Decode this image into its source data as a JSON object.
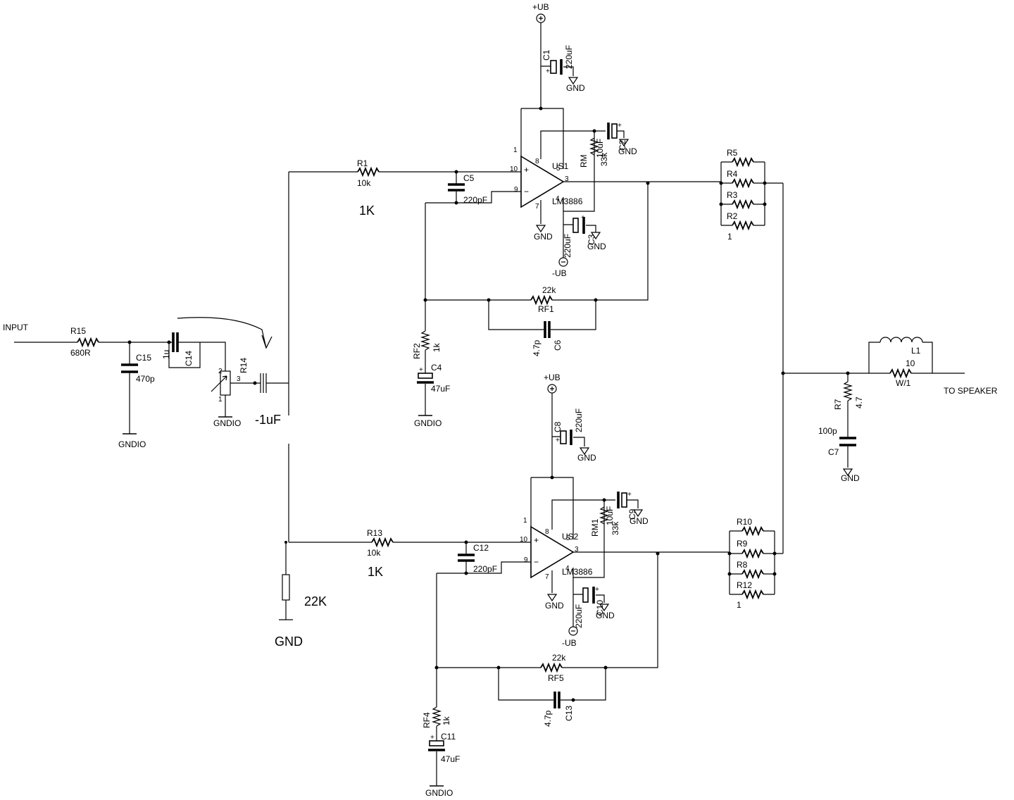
{
  "signals": {
    "input": "INPUT",
    "to_speaker": "TO SPEAKER",
    "gnd": "GND",
    "gndio": "GNDIO",
    "plus_ub": "+UB",
    "minus_ub": "-UB"
  },
  "input_stage": {
    "r15": {
      "ref": "R15",
      "value": "680R"
    },
    "c15": {
      "ref": "C15",
      "value": "470p"
    },
    "c14": {
      "ref": "C14",
      "value": "1u"
    },
    "r14": {
      "ref": "R14",
      "pin1": "1",
      "pin2": "2",
      "pin3": "3"
    },
    "coupling_cap_note": "-1uF",
    "resistor_note": "22K",
    "gnd_note": "GND"
  },
  "top_amp": {
    "r1": {
      "ref": "R1",
      "value": "10k"
    },
    "r1_note": "1K",
    "c5": {
      "ref": "C5",
      "value": "220pF"
    },
    "ic": {
      "ref": "US1",
      "part": "LM3886",
      "pins": [
        "1",
        "8",
        "10",
        "9",
        "7",
        "4",
        "3",
        "5"
      ]
    },
    "c1": {
      "ref": "C1",
      "value": "220uF"
    },
    "c2": {
      "ref": "C2",
      "value": "10uF"
    },
    "c3": {
      "ref": "C3",
      "value": "220uF"
    },
    "rm": {
      "ref": "RM",
      "value": "33k"
    },
    "rf1": {
      "ref": "RF1",
      "value": "22k"
    },
    "c6": {
      "ref": "C6",
      "value": "4.7p"
    },
    "rf2": {
      "ref": "RF2",
      "value": "1k"
    },
    "c4": {
      "ref": "C4",
      "value": "47uF"
    },
    "resistors": [
      "R5",
      "R4",
      "R3",
      "R2"
    ],
    "bank_value": "1"
  },
  "bottom_amp": {
    "r13": {
      "ref": "R13",
      "value": "10k"
    },
    "r13_note": "1K",
    "c12": {
      "ref": "C12",
      "value": "220pF"
    },
    "ic": {
      "ref": "US2",
      "part": "LM3886",
      "pins": [
        "1",
        "8",
        "10",
        "9",
        "7",
        "4",
        "3",
        "5"
      ]
    },
    "c8": {
      "ref": "C8",
      "value": "220uF"
    },
    "c9": {
      "ref": "C9",
      "value": "10uF"
    },
    "c10": {
      "ref": "C10",
      "value": "220uF"
    },
    "rm1": {
      "ref": "RM1",
      "value": "33k"
    },
    "rf5": {
      "ref": "RF5",
      "value": "22k"
    },
    "c13": {
      "ref": "C13",
      "value": "4.7p"
    },
    "rf4": {
      "ref": "RF4",
      "value": "1k"
    },
    "c11": {
      "ref": "C11",
      "value": "47uF"
    },
    "resistors": [
      "R10",
      "R9",
      "R8",
      "R12"
    ],
    "bank_value": "1"
  },
  "output": {
    "r7": {
      "ref": "R7",
      "value": "4.7"
    },
    "c7": {
      "ref": "C7",
      "value": "100p"
    },
    "l1": {
      "ref": "L1",
      "value": "10"
    },
    "w1": {
      "ref": "W/1"
    }
  }
}
